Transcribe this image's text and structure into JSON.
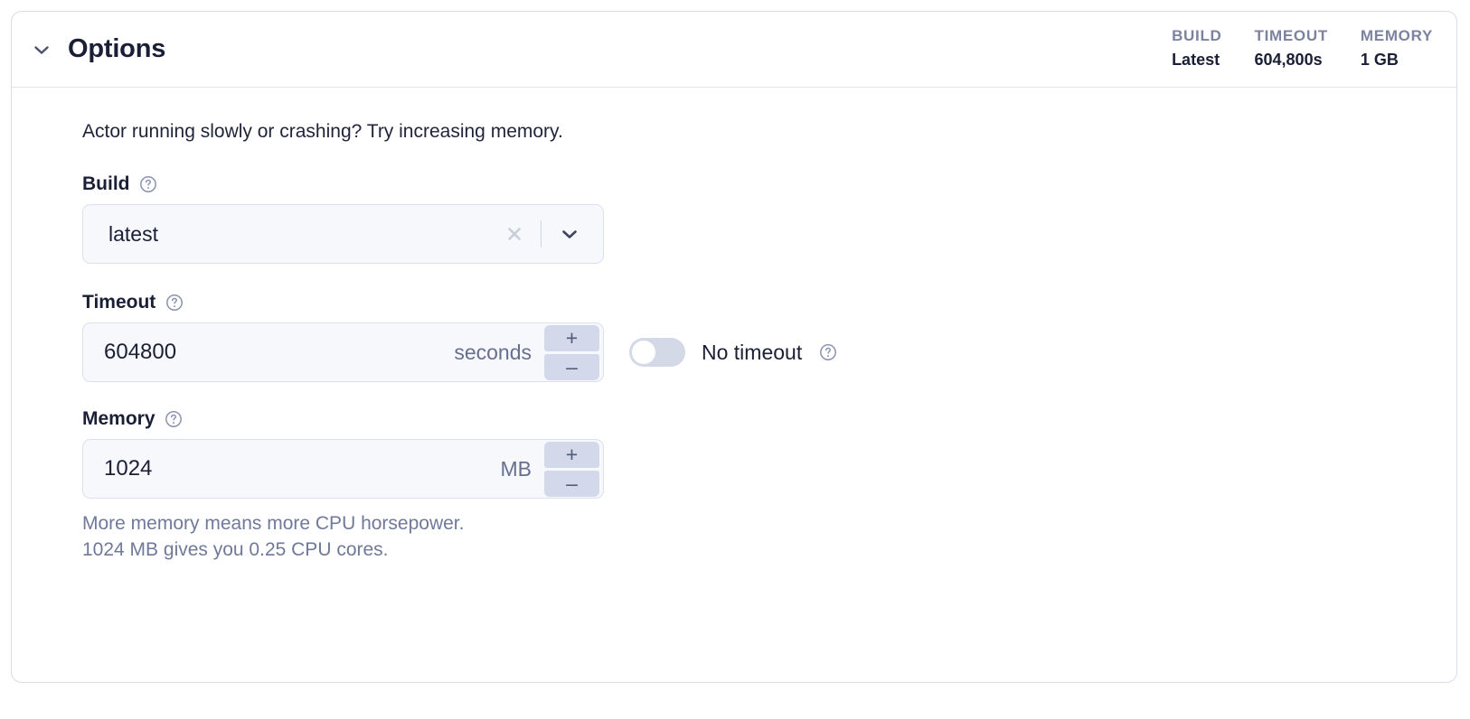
{
  "panel": {
    "title": "Options",
    "collapse_icon": "chevron-down-icon",
    "stats": [
      {
        "label": "BUILD",
        "value": "Latest"
      },
      {
        "label": "TIMEOUT",
        "value": "604,800s"
      },
      {
        "label": "MEMORY",
        "value": "1 GB"
      }
    ]
  },
  "body": {
    "intro": "Actor running slowly or crashing? Try increasing memory.",
    "build": {
      "label": "Build",
      "help_icon": "help-circle-icon",
      "value": "latest",
      "clear_icon": "close-icon",
      "dropdown_icon": "chevron-down-icon"
    },
    "timeout": {
      "label": "Timeout",
      "help_icon": "help-circle-icon",
      "value": "604800",
      "unit": "seconds",
      "increment_label": "+",
      "decrement_label": "–",
      "no_timeout_label": "No timeout",
      "no_timeout_help_icon": "help-circle-icon",
      "no_timeout_enabled": false
    },
    "memory": {
      "label": "Memory",
      "help_icon": "help-circle-icon",
      "value": "1024",
      "unit": "MB",
      "increment_label": "+",
      "decrement_label": "–",
      "helper_line1": "More memory means more CPU horsepower.",
      "helper_line2": "1024 MB gives you 0.25 CPU cores."
    }
  },
  "colors": {
    "card_border": "#d8dced",
    "field_bg": "#f7f8fc",
    "field_border": "#dbdff0",
    "stepper_bg": "#d3d9ea",
    "toggle_track": "#d4d9e8",
    "muted_text": "#707999",
    "label_text": "#7b839f",
    "strong_text": "#1a1f36"
  }
}
